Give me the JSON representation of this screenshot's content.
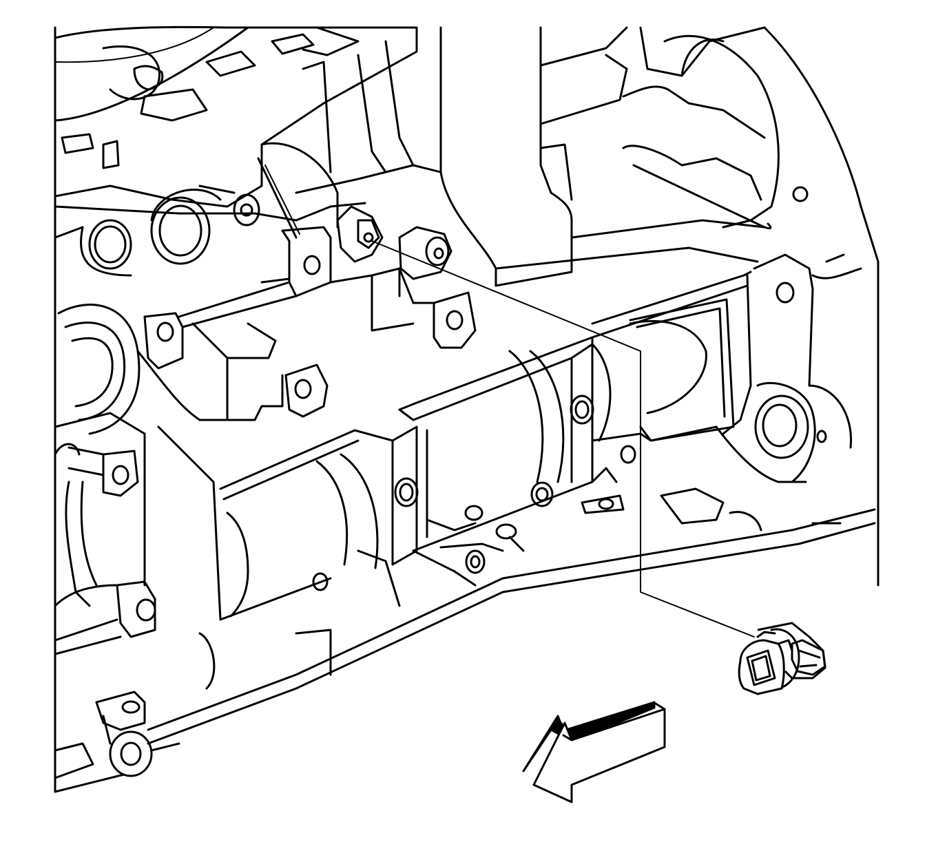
{
  "diagram": {
    "background_color": "#ffffff",
    "line_color": "#000000",
    "components": [
      "engine-block",
      "cylinder-head-gasket-surface",
      "oil-pan-rail",
      "engine-block-heater",
      "callout-leader-line",
      "view-direction-arrow"
    ]
  }
}
